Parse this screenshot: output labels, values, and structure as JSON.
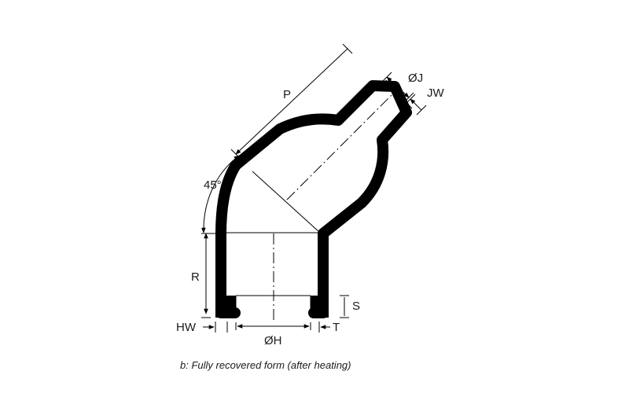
{
  "labels": {
    "p": "P",
    "oj": "ØJ",
    "jw": "JW",
    "angle": "45°",
    "r": "R",
    "s": "S",
    "hw": "HW",
    "t": "T",
    "oh": "ØH"
  },
  "caption": "b: Fully recovered form (after heating)"
}
